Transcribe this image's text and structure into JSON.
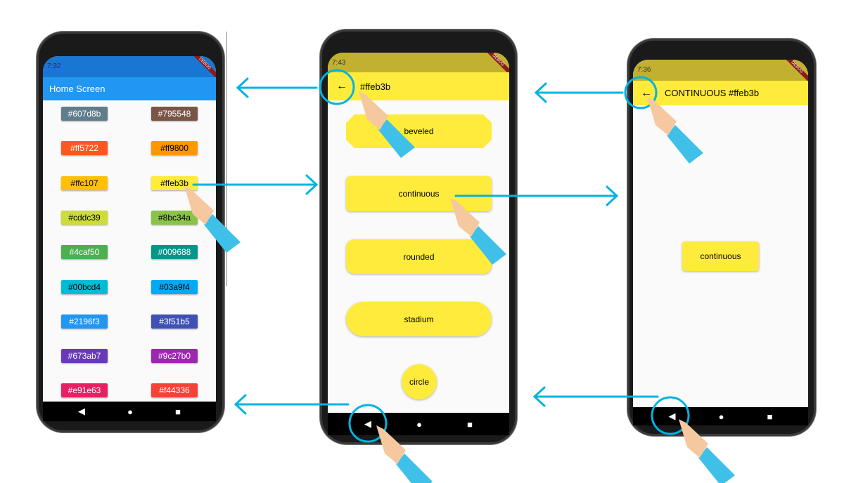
{
  "accent_color": "#00b4e0",
  "home": {
    "time": "7:32",
    "title": "Home Screen",
    "debug": "DEBUG",
    "chips": [
      {
        "label": "#607d8b",
        "color": "#607d8b",
        "text": "#fff"
      },
      {
        "label": "#795548",
        "color": "#795548",
        "text": "#fff"
      },
      {
        "label": "#ff5722",
        "color": "#ff5722",
        "text": "#fff"
      },
      {
        "label": "#ff9800",
        "color": "#ff9800",
        "text": "#000"
      },
      {
        "label": "#ffc107",
        "color": "#ffc107",
        "text": "#000"
      },
      {
        "label": "#ffeb3b",
        "color": "#ffeb3b",
        "text": "#000"
      },
      {
        "label": "#cddc39",
        "color": "#cddc39",
        "text": "#000"
      },
      {
        "label": "#8bc34a",
        "color": "#8bc34a",
        "text": "#000"
      },
      {
        "label": "#4caf50",
        "color": "#4caf50",
        "text": "#fff"
      },
      {
        "label": "#009688",
        "color": "#009688",
        "text": "#fff"
      },
      {
        "label": "#00bcd4",
        "color": "#00bcd4",
        "text": "#000"
      },
      {
        "label": "#03a9f4",
        "color": "#03a9f4",
        "text": "#000"
      },
      {
        "label": "#2196f3",
        "color": "#2196f3",
        "text": "#fff"
      },
      {
        "label": "#3f51b5",
        "color": "#3f51b5",
        "text": "#fff"
      },
      {
        "label": "#673ab7",
        "color": "#673ab7",
        "text": "#fff"
      },
      {
        "label": "#9c27b0",
        "color": "#9c27b0",
        "text": "#fff"
      },
      {
        "label": "#e91e63",
        "color": "#e91e63",
        "text": "#fff"
      },
      {
        "label": "#f44336",
        "color": "#f44336",
        "text": "#fff"
      }
    ]
  },
  "shapes": {
    "time": "7:43",
    "title": "#ffeb3b",
    "debug": "DEBUG",
    "buttons": [
      "beveled",
      "continuous",
      "rounded",
      "stadium",
      "circle"
    ]
  },
  "detail": {
    "time": "7:36",
    "title": "CONTINUOUS #ffeb3b",
    "debug": "DEBUG",
    "button": "continuous"
  },
  "nav": {
    "back": "◀",
    "home": "●",
    "recents": "■",
    "back_arrow": "←"
  }
}
